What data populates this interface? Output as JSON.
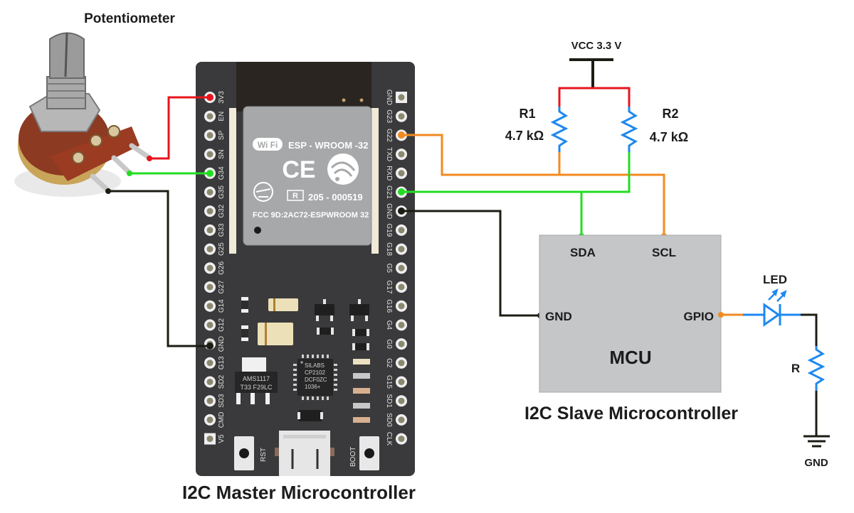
{
  "title": "ESP32 I2C Master to I2C Slave MCU with Potentiometer and LED",
  "colors": {
    "wire_red": "#e8141c",
    "wire_green": "#22dd22",
    "wire_orange": "#f28a22",
    "wire_black": "#1c1c14",
    "resistor_blue": "#1e88f0",
    "board": "#3a3a3c",
    "module_shield": "#a6a8aa",
    "mcu_box": "#c4c6c8"
  },
  "potentiometer": {
    "label": "Potentiometer"
  },
  "master": {
    "caption": "I2C Master Microcontroller",
    "module": {
      "name": "ESP - WROOM -32",
      "wifi_badge": "Wi Fi",
      "ce_mark": "CE",
      "cert_id": "205 - 000519",
      "r_mark": "R",
      "fcc": "FCC 9D:2AC72-ESPWROOM 32"
    },
    "regulator": {
      "line1": "AMS1117",
      "line2": "T33 F29LC"
    },
    "usb_chip": {
      "line1": "SILABS",
      "line2": "CP2102",
      "line3": "DCF0ZC",
      "line4": "1036+"
    },
    "buttons": {
      "reset": "RST",
      "boot": "BOOT"
    },
    "left_pins": [
      "3V3",
      "EN",
      "SP",
      "SN",
      "G34",
      "G35",
      "G32",
      "G33",
      "G25",
      "G26",
      "G27",
      "G14",
      "G12",
      "GND",
      "G13",
      "SD2",
      "SD3",
      "CMD",
      "V5"
    ],
    "right_pins": [
      "GND",
      "G23",
      "G22",
      "TXD",
      "RXD",
      "G21",
      "GND",
      "G19",
      "G18",
      "G5",
      "G17",
      "G16",
      "G4",
      "G0",
      "G2",
      "G15",
      "SD1",
      "SD0",
      "CLK"
    ]
  },
  "pullups": {
    "vcc_label": "VCC 3.3 V",
    "r1": {
      "name": "R1",
      "value": "4.7 kΩ"
    },
    "r2": {
      "name": "R2",
      "value": "4.7 kΩ"
    }
  },
  "slave": {
    "caption": "I2C Slave Microcontroller",
    "box_label": "MCU",
    "pins": {
      "sda": "SDA",
      "scl": "SCL",
      "gnd": "GND",
      "gpio": "GPIO"
    }
  },
  "led_circuit": {
    "led_label": "LED",
    "resistor_label": "R",
    "ground_label": "GND"
  },
  "connections": [
    {
      "from": "Potentiometer pin 1",
      "to": "3V3",
      "color": "red"
    },
    {
      "from": "Potentiometer wiper",
      "to": "G34",
      "color": "green"
    },
    {
      "from": "Potentiometer pin 3",
      "to": "GND (left)",
      "color": "black"
    },
    {
      "from": "G22",
      "to": "SCL",
      "color": "orange",
      "via": "R1 pull-up"
    },
    {
      "from": "G21",
      "to": "SDA",
      "color": "green",
      "via": "R2 pull-up"
    },
    {
      "from": "GND (right)",
      "to": "MCU GND",
      "color": "black"
    },
    {
      "from": "MCU GPIO",
      "to": "LED → R → GND",
      "color": "orange"
    }
  ]
}
